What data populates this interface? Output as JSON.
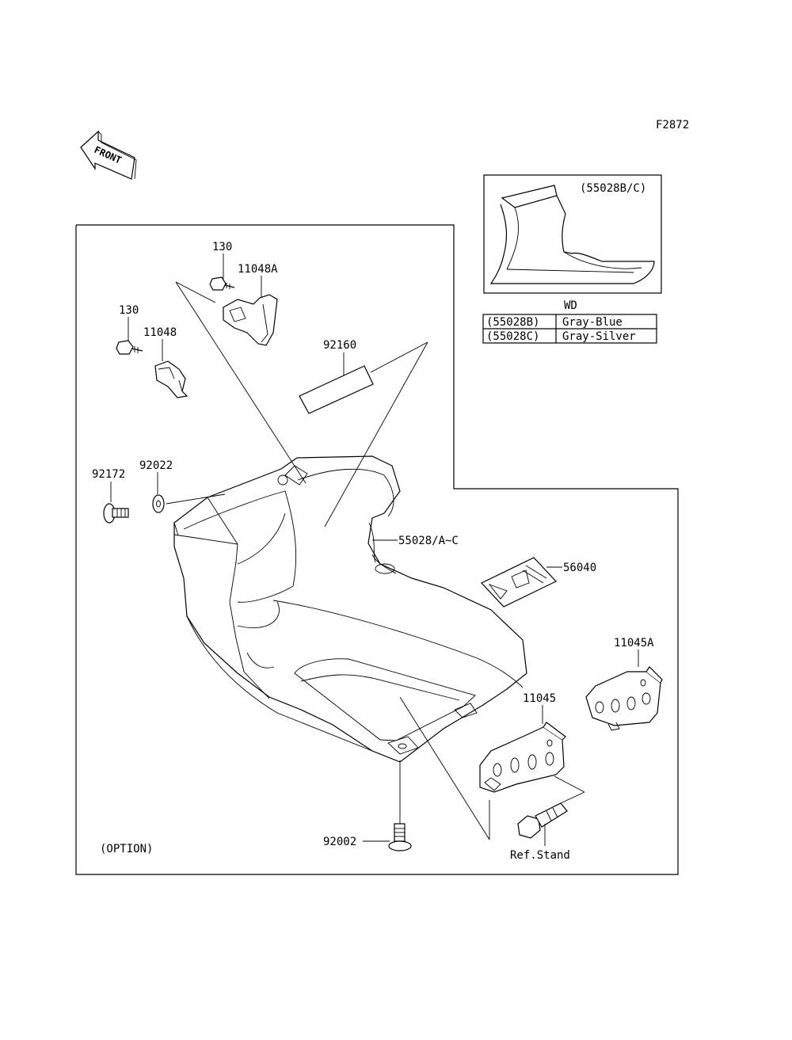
{
  "diagram_code": "F2872",
  "front_label": "FRONT",
  "option_label": "(OPTION)",
  "inset": {
    "title": "(55028B/C)",
    "table_header": "WD",
    "rows": [
      {
        "code": "(55028B)",
        "color": "Gray-Blue"
      },
      {
        "code": "(55028C)",
        "color": "Gray-Silver"
      }
    ]
  },
  "parts": {
    "p130_upper": "130",
    "p11048A": "11048A",
    "p130_lower": "130",
    "p11048": "11048",
    "p92160": "92160",
    "p92172": "92172",
    "p92022": "92022",
    "p55028": "55028/A~C",
    "p56040": "56040",
    "p11045A": "11045A",
    "p11045": "11045",
    "p92002": "92002",
    "ref_stand": "Ref.Stand"
  }
}
